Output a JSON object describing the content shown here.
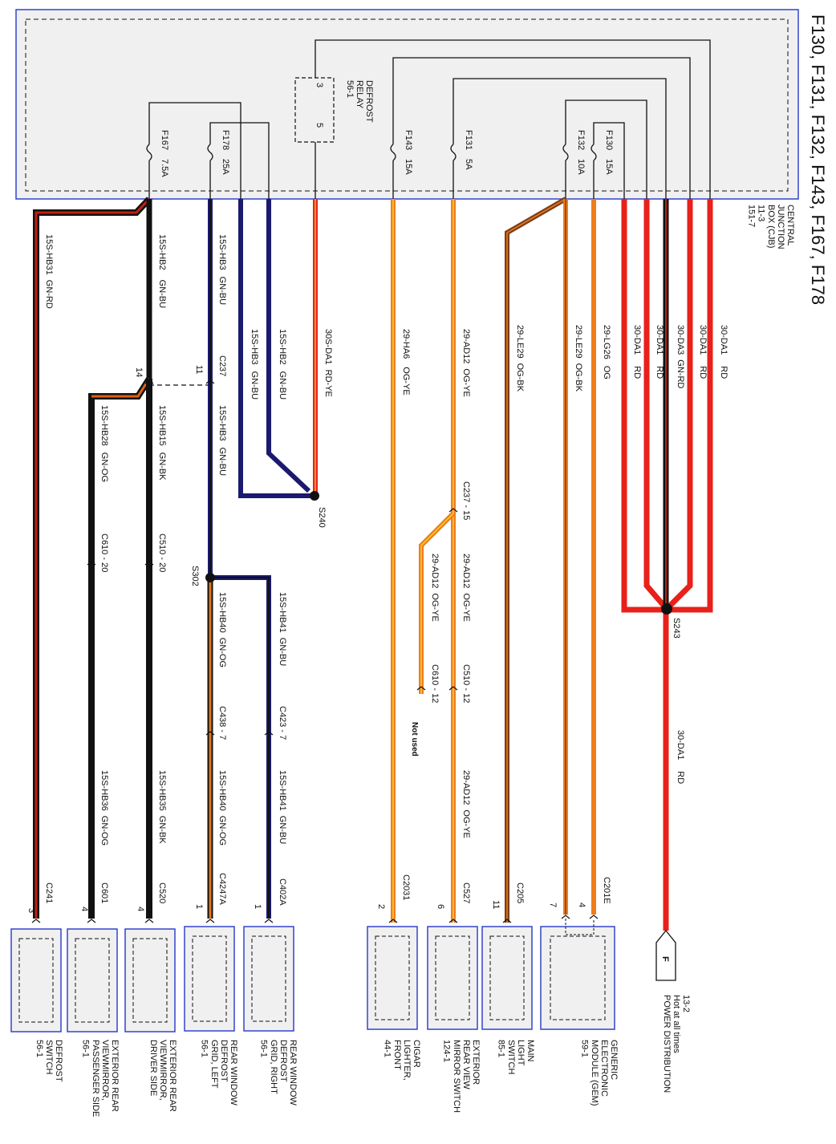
{
  "title": "F130, F131, F132, F143, F167, F178",
  "cjb": {
    "name": "CENTRAL\nJUNCTION\nBOX (CJB)\n11-3\n151-7"
  },
  "relay": {
    "name": "DEFROST\nRELAY\n56-1",
    "pin_a": "3",
    "pin_b": "5"
  },
  "fuses": [
    {
      "id": "F167",
      "rating": "7.5A"
    },
    {
      "id": "F178",
      "rating": "25A"
    },
    {
      "id": "F143",
      "rating": "15A"
    },
    {
      "id": "F131",
      "rating": "5A"
    },
    {
      "id": "F132",
      "rating": "10A"
    },
    {
      "id": "F130",
      "rating": "15A"
    }
  ],
  "wires": [
    {
      "circuit": "15S-HB31",
      "color": "GN-RD"
    },
    {
      "circuit": "15S-HB2",
      "color": "GN-BU"
    },
    {
      "circuit": "15S-HB3",
      "color": "GN-BU"
    },
    {
      "circuit": "15S-HB3",
      "color": "GN-BU"
    },
    {
      "circuit": "15S-HB2",
      "color": "GN-BU"
    },
    {
      "circuit": "30S-DA1",
      "color": "RD-YE"
    },
    {
      "circuit": "29-HA6",
      "color": "OG-YE"
    },
    {
      "circuit": "29-AD12",
      "color": "OG-YE"
    },
    {
      "circuit": "29-LE29",
      "color": "OG-BK"
    },
    {
      "circuit": "29-LE29",
      "color": "OG-BK"
    },
    {
      "circuit": "29-LG26",
      "color": "OG"
    },
    {
      "circuit": "30-DA1",
      "color": "RD"
    },
    {
      "circuit": "30-DA1",
      "color": "RD"
    },
    {
      "circuit": "30-DA3",
      "color": "GN-RD"
    },
    {
      "circuit": "30-DA1",
      "color": "RD"
    },
    {
      "circuit": "30-DA1",
      "color": "RD"
    },
    {
      "circuit": "15S-HB28",
      "color": "GN-OG"
    },
    {
      "circuit": "15S-HB15",
      "color": "GN-BK"
    },
    {
      "circuit": "15S-HB3",
      "color": "GN-BU"
    },
    {
      "circuit": "15S-HB40",
      "color": "GN-OG"
    },
    {
      "circuit": "15S-HB41",
      "color": "GN-BU"
    },
    {
      "circuit": "29-AD12",
      "color": "OG-YE"
    },
    {
      "circuit": "29-AD12",
      "color": "OG-YE"
    },
    {
      "circuit": "15S-HB36",
      "color": "GN-OG"
    },
    {
      "circuit": "15S-HB35",
      "color": "GN-BK"
    },
    {
      "circuit": "15S-HB40",
      "color": "GN-OG"
    },
    {
      "circuit": "15S-HB41",
      "color": "GN-BU"
    },
    {
      "circuit": "29-AD12",
      "color": "OG-YE"
    },
    {
      "circuit": "30-DA1",
      "color": "RD"
    }
  ],
  "connectors": {
    "c237": "C237",
    "c237_15": "C237 - 15",
    "pin14": "14",
    "pin11": "11",
    "c610_20": "C610 - 20",
    "c510_20": "C510 - 20",
    "c510_12": "C510 - 12",
    "c610_12": "C610 - 12",
    "not_used": "Not used",
    "c438_7": "C438 - 7",
    "c423_7": "C423 - 7",
    "c241": "C241",
    "c601": "C601",
    "c520": "C520",
    "c4247a": "C4247A",
    "c402a": "C402A",
    "c2031": "C2031",
    "c527": "C527",
    "c205": "C205",
    "c201e": "C201E"
  },
  "splices": [
    "S240",
    "S302",
    "S243"
  ],
  "components": [
    {
      "pin": "3",
      "name": "DEFROST\nSWITCH\n56-1"
    },
    {
      "pin": "4",
      "name": "EXTERIOR REAR\nVIEWMIRROR,\nPASSENGER SIDE\n56-1"
    },
    {
      "pin": "4",
      "name": "EXTERIOR REAR\nVIEWMIRROR,\nDRIVER SIDE"
    },
    {
      "pin": "1",
      "name": "REAR WINDOW\nDEFROST\nGRID, LEFT\n56-1"
    },
    {
      "pin": "1",
      "name": "REAR WINDOW\nDEFROST\nGRID, RIGHT\n56-1"
    },
    {
      "pin": "2",
      "name": "CIGAR\nLIGHTER,\nFRONT\n44-1"
    },
    {
      "pin": "6",
      "name": "EXTERIOR\nREAR VIEW\nMIRROR SWITCH\n124-1"
    },
    {
      "pin": "11",
      "name": "MAIN\nLIGHT\nSWITCH\n85-1"
    },
    {
      "pin": "7",
      "name": "GENERIC\nELECTRONIC\nMODULE (GEM)\n59-1"
    }
  ],
  "gem_pin_4": "4",
  "power": {
    "letter": "F",
    "label": "13-2\nHot at all times\nPOWER DISTRIBUTION"
  },
  "wire_colors": {
    "black": "#111111",
    "navy": "#1a1a6e",
    "red": "#e8211a",
    "orange": "#f07c1b",
    "brown": "#7a3e1a",
    "border_blue": "#3344cc",
    "box_fill": "#f0f0f0"
  }
}
